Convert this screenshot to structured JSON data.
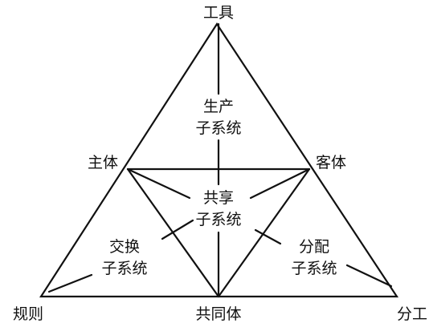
{
  "nodes": {
    "tool": "工具",
    "subject": "主体",
    "object": "客体",
    "rules": "规则",
    "community": "共同体",
    "division": "分工"
  },
  "subsystems": {
    "production": [
      "生产",
      "子系统"
    ],
    "sharing": [
      "共享",
      "子系统"
    ],
    "exchange": [
      "交换",
      "子系统"
    ],
    "distribution": [
      "分配",
      "子系统"
    ]
  },
  "colors": {
    "stroke": "#111111",
    "text": "#111111",
    "background": "#ffffff"
  }
}
